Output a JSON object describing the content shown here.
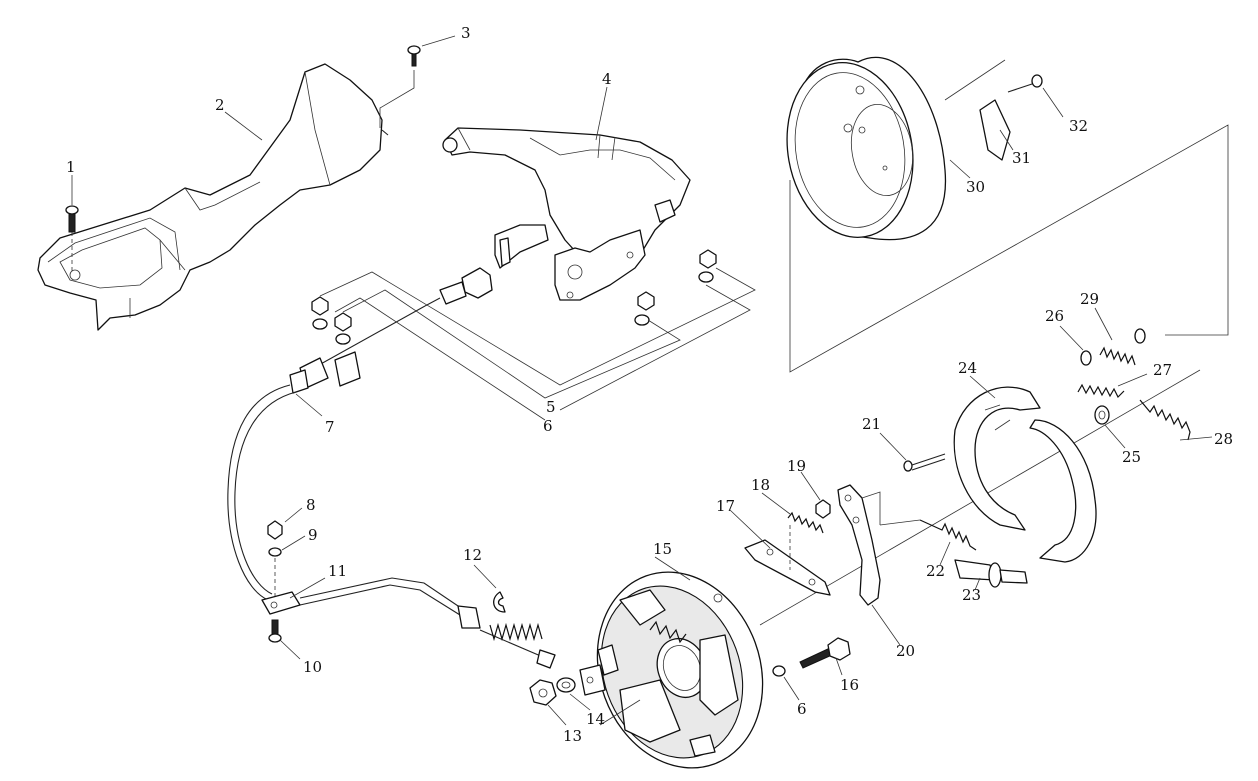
{
  "diagram": {
    "type": "exploded-parts-diagram",
    "labels": [
      "1",
      "2",
      "3",
      "4",
      "5",
      "6",
      "7",
      "8",
      "9",
      "10",
      "11",
      "12",
      "13",
      "14",
      "15",
      "16",
      "6",
      "17",
      "18",
      "19",
      "20",
      "21",
      "22",
      "23",
      "24",
      "25",
      "26",
      "27",
      "28",
      "29",
      "30",
      "31",
      "32"
    ]
  }
}
